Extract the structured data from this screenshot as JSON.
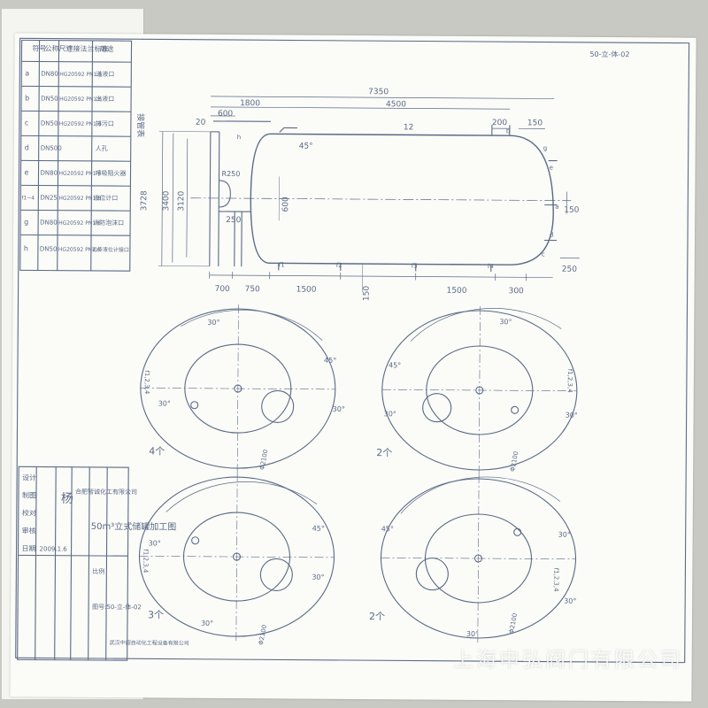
{
  "page": {
    "watermark": "上海申弘阀门有限公司",
    "drawing_code": "50-立-体-02"
  },
  "nozzle_table": {
    "title": "接管表",
    "headers": [
      "符号",
      "公称尺寸",
      "连接法兰标准",
      "用途"
    ],
    "rows": [
      [
        "a",
        "DN80",
        "HG20592 PN1.6",
        "进液口"
      ],
      [
        "b",
        "DN50",
        "HG20592 PN1.6",
        "出液口"
      ],
      [
        "c",
        "DN50",
        "HG20592 PN1.6",
        "排污口"
      ],
      [
        "d",
        "DN500",
        "",
        "人孔"
      ],
      [
        "e",
        "DN80",
        "HG20592 PN1.6",
        "呼吸阻火器"
      ],
      [
        "f1~4",
        "DN25",
        "HG20592 PN1.6",
        "液位计口"
      ],
      [
        "g",
        "DN80",
        "HG20592 PN1.6",
        "消防泡沫口"
      ],
      [
        "h",
        "DN50",
        "HG20592 PN1.6",
        "远传液位计接口"
      ]
    ]
  },
  "title_block": {
    "labels": [
      "设计",
      "制图",
      "校对",
      "审核",
      "日期"
    ],
    "date": "2009.1.6",
    "signature": "杨",
    "company": "合肥智诚化工有限公司",
    "drawing_title": "50m³立式储罐加工图",
    "scale_label": "比例",
    "drawing_no": "图号:50-立-体-02",
    "maker": "武汉中韶自动化工程设备有限公司"
  },
  "elevation": {
    "dims": {
      "total_length": "7350",
      "d1800": "1800",
      "d4500": "4500",
      "d600": "600",
      "d20": "20",
      "d200": "200",
      "d150_top": "150",
      "d12": "12",
      "angle45": "45°",
      "d3728": "3728",
      "d3400": "3400",
      "d3120": "3120",
      "r250": "R250",
      "d250_left": "250",
      "d600_mid": "600",
      "d150_right": "150",
      "d250_right": "250",
      "d700": "700",
      "d750": "750",
      "d1500_a": "1500",
      "d1500_b": "1500",
      "d300": "300",
      "d150_bottom": "150"
    },
    "nozzle_marks": [
      "h",
      "e",
      "g",
      "f1",
      "f2",
      "f3",
      "f4",
      "c",
      "d",
      "a",
      "b"
    ]
  },
  "plan_views": [
    {
      "count": "4个",
      "diameter": "Φ2100",
      "angle_a": "30°",
      "angle_b": "45°",
      "angle_c": "30°",
      "angle_d": "30°",
      "f_label": "f1,2,3,4"
    },
    {
      "count": "2个",
      "diameter": "Φ2100",
      "angle_a": "30°",
      "angle_b": "45°",
      "angle_c": "30°",
      "angle_d": "30°",
      "f_label": "f1,2,3,4"
    },
    {
      "count": "3个",
      "diameter": "Φ2100",
      "angle_a": "30°",
      "angle_b": "45°",
      "angle_c": "30°",
      "angle_d": "30°",
      "f_label": "f1,2,3,4"
    },
    {
      "count": "2个",
      "diameter": "Φ2100",
      "angle_a": "30°",
      "angle_b": "45°",
      "angle_c": "30°",
      "angle_d": "30°",
      "f_label": "f1,2,3,4"
    }
  ],
  "colors": {
    "ink": "#5a6a86",
    "paper": "#fbfbf8",
    "background": "#c9c9c4"
  }
}
